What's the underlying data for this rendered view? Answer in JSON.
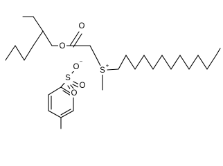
{
  "atoms": {
    "ester_oxygen": "O",
    "carbonyl_oxygen": "O",
    "sulfonium_sulfur": "S",
    "sulfonium_charge": "+",
    "sulfonate_sulfur": "S",
    "sulfonate_oxygen_neg": "O",
    "sulfonate_charge": "−",
    "sulfonate_oxygen_1": "O",
    "sulfonate_oxygen_2": "O"
  }
}
